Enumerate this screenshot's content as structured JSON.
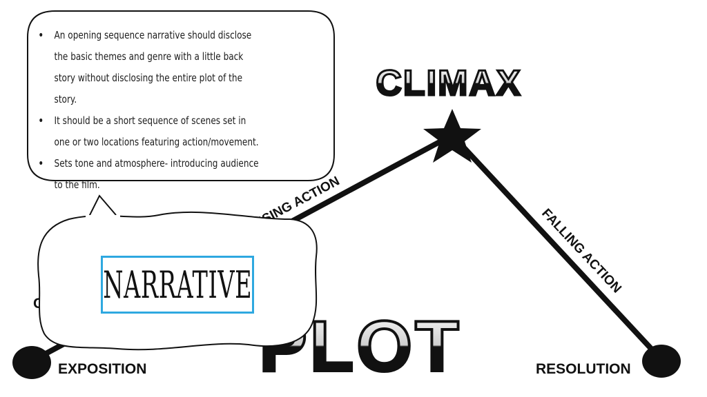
{
  "diagram": {
    "title_top": "CLIMAX",
    "title_bottom": "PLOT",
    "labels": {
      "rising_action": "RISING ACTION",
      "falling_action": "FALLING ACTION",
      "exposition": "EXPOSITION",
      "resolution": "RESOLUTION",
      "conflict_partial": "C"
    }
  },
  "speech_bubble": {
    "bullets": [
      "An opening sequence narrative should disclose the basic themes and genre with a little back story without disclosing the entire plot of the story.",
      "It should be a short sequence of scenes set in one or two locations featuring action/movement.",
      "Sets tone and atmosphere- introducing audience to the film."
    ]
  },
  "callout": {
    "label": "NARRATIVE",
    "border_color": "#2ea8e0"
  }
}
